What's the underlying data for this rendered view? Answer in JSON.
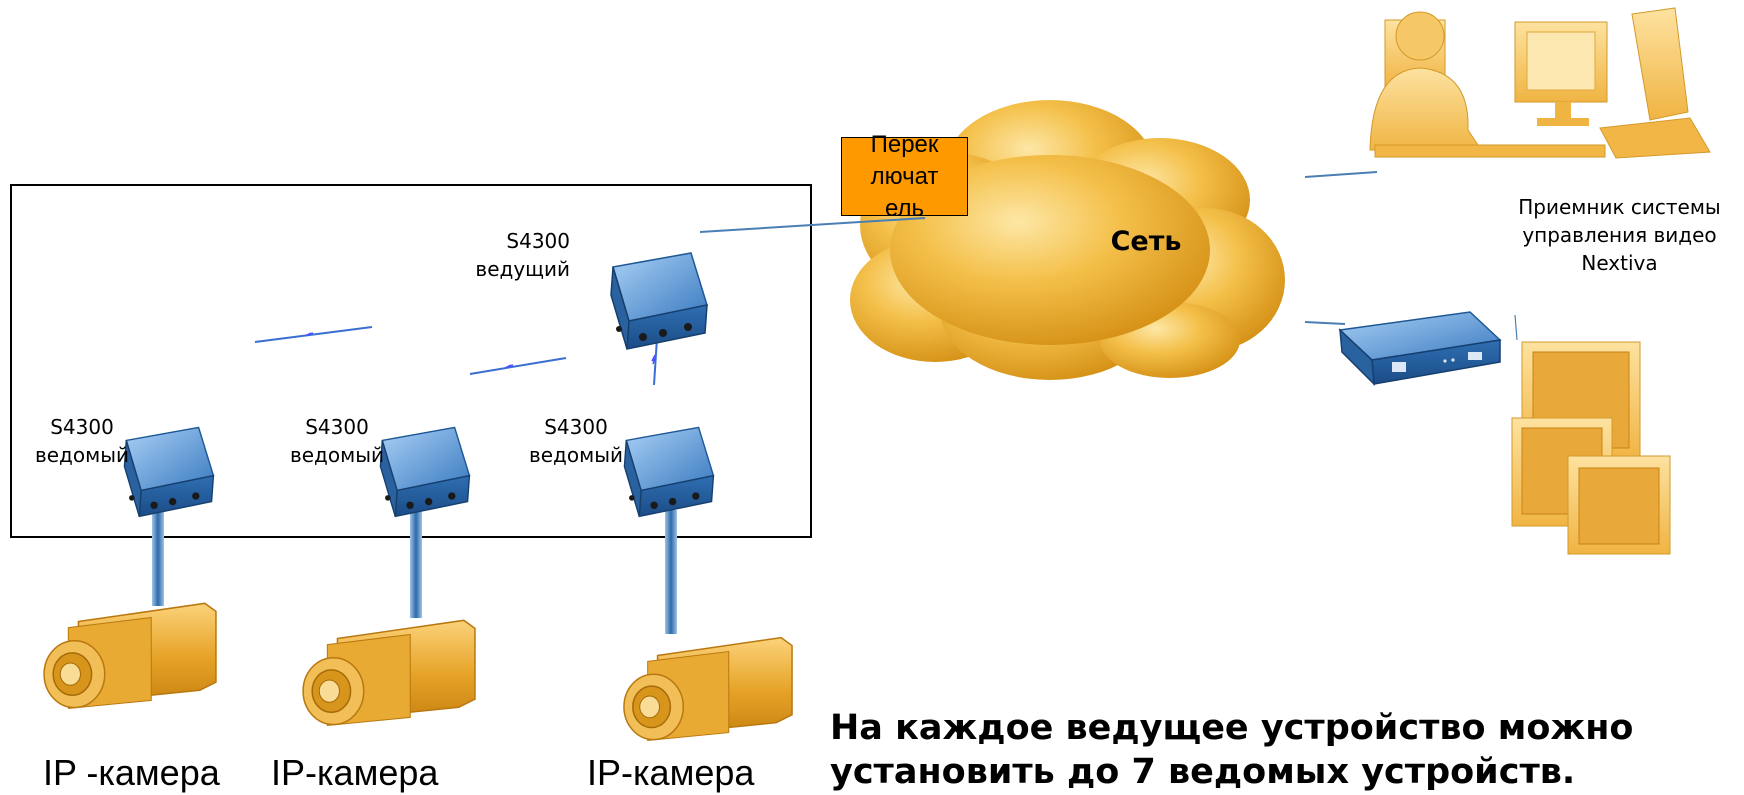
{
  "switch": {
    "label": "Переключатель",
    "lines": [
      "Перек",
      "лючат",
      "ель"
    ]
  },
  "network": {
    "label": "Сеть"
  },
  "master": {
    "model": "S4300",
    "role": "ведущий"
  },
  "slaves": [
    {
      "model": "S4300",
      "role": "ведомый"
    },
    {
      "model": "S4300",
      "role": "ведомый"
    },
    {
      "model": "S4300",
      "role": "ведомый"
    }
  ],
  "cameras": [
    {
      "label": "IP -камера"
    },
    {
      "label": "IP-камера"
    },
    {
      "label": "IP-камера"
    }
  ],
  "receiver": {
    "lines": [
      "Приемник системы",
      "управления видео",
      "Nextiva"
    ]
  },
  "note": {
    "lines": [
      "На каждое ведущее устройство можно",
      "установить до 7 ведомых устройств."
    ]
  },
  "colors": {
    "cloud": "#f0b233",
    "device": "#3b7fc4",
    "switch": "#ff9900",
    "camera": "#e7a525",
    "workstation": "#f6c25a"
  }
}
